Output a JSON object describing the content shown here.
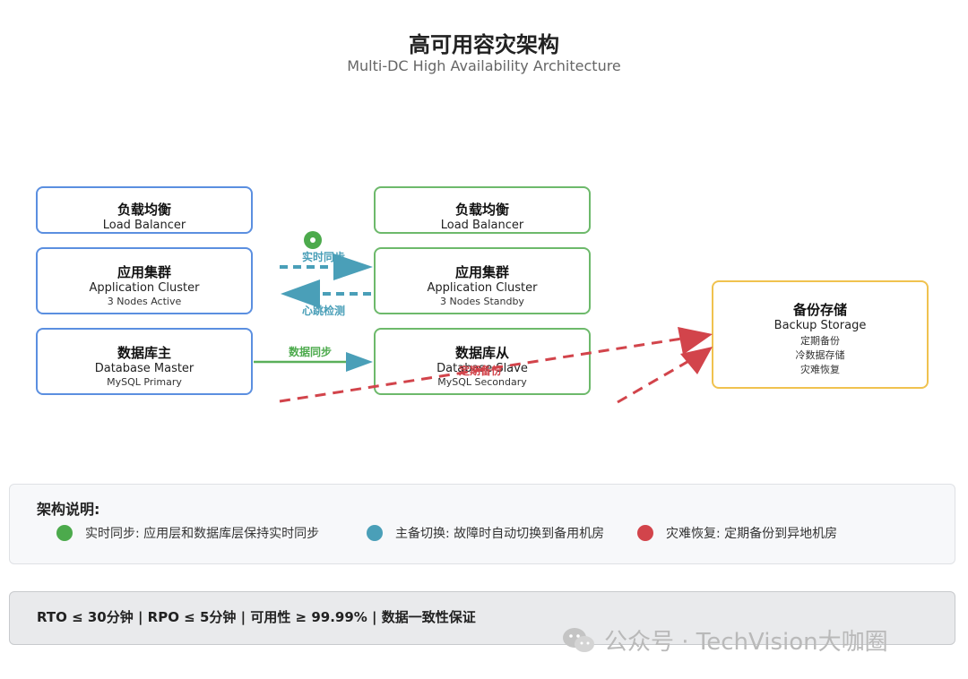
{
  "header": {
    "title": "高可用容灾架构",
    "subtitle": "Multi-DC High Availability Architecture"
  },
  "primary_dc": {
    "load_balancer": {
      "title": "负载均衡",
      "en": "Load Balancer"
    },
    "app_cluster": {
      "title": "应用集群",
      "en": "Application Cluster",
      "sub": "3 Nodes Active"
    },
    "database": {
      "title": "数据库主",
      "en": "Database Master",
      "sub": "MySQL Primary"
    }
  },
  "secondary_dc": {
    "load_balancer": {
      "title": "负载均衡",
      "en": "Load Balancer"
    },
    "app_cluster": {
      "title": "应用集群",
      "en": "Application Cluster",
      "sub": "3 Nodes Standby"
    },
    "database": {
      "title": "数据库从",
      "en": "Database Slave",
      "sub": "MySQL Secondary"
    }
  },
  "backup": {
    "title": "备份存储",
    "en": "Backup Storage",
    "items": [
      "定期备份",
      "冷数据存储",
      "灾难恢复"
    ]
  },
  "connections": {
    "realtime_sync": "实时同步",
    "heartbeat": "心跳检测",
    "data_sync": "数据同步",
    "scheduled_backup": "定期备份"
  },
  "notes": {
    "title": "架构说明:",
    "items": [
      {
        "color": "#4caa4c",
        "text": "实时同步: 应用层和数据库层保持实时同步"
      },
      {
        "color": "#4a9fb8",
        "text": "主备切换: 故障时自动切换到备用机房"
      },
      {
        "color": "#d2444b",
        "text": "灾难恢复: 定期备份到异地机房"
      }
    ]
  },
  "metrics": "RTO ≤ 30分钟 | RPO ≤ 5分钟 | 可用性 ≥ 99.99% | 数据一致性保证",
  "watermark": "公众号 · TechVision大咖圈",
  "colors": {
    "primary_border": "#5b8fe0",
    "secondary_border": "#6db96b",
    "backup_border": "#f0c24f",
    "sync_green": "#5aaf5a",
    "heartbeat_teal": "#4a9fb8",
    "backup_red": "#d2444b"
  }
}
